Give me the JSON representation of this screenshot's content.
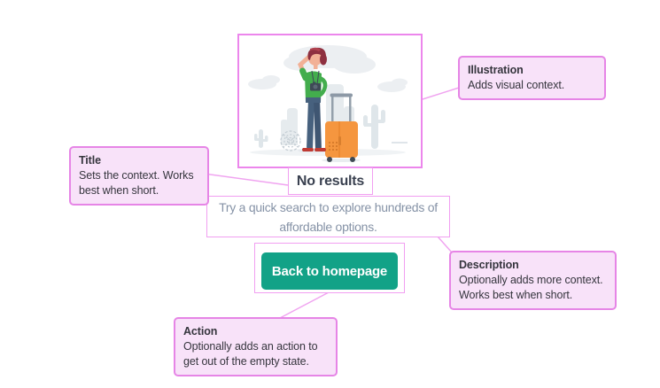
{
  "empty_state": {
    "illustration_name": "traveler-with-suitcase-desert-illustration",
    "title": "No results",
    "description": "Try a quick search to explore hundreds of affordable options.",
    "action_label": "Back to homepage"
  },
  "annotations": {
    "illustration": {
      "title": "Illustration",
      "body": "Adds visual context."
    },
    "title": {
      "title": "Title",
      "body": "Sets the context. Works best when short."
    },
    "description": {
      "title": "Description",
      "body": "Optionally adds more context. Works best when short."
    },
    "action": {
      "title": "Action",
      "body": "Optionally adds an action to get out of the empty state."
    }
  },
  "colors": {
    "callout_border": "#e685e6",
    "callout_bg": "#f8e2f9",
    "target_outline": "#f19ff1",
    "illustration_frame": "#ec86ec",
    "connector_line": "#f0a4f0",
    "button_bg": "#12a287",
    "button_text": "#ffffff",
    "title_text": "#3a4150",
    "description_text": "#8592a6",
    "annotation_text": "#35353d"
  }
}
